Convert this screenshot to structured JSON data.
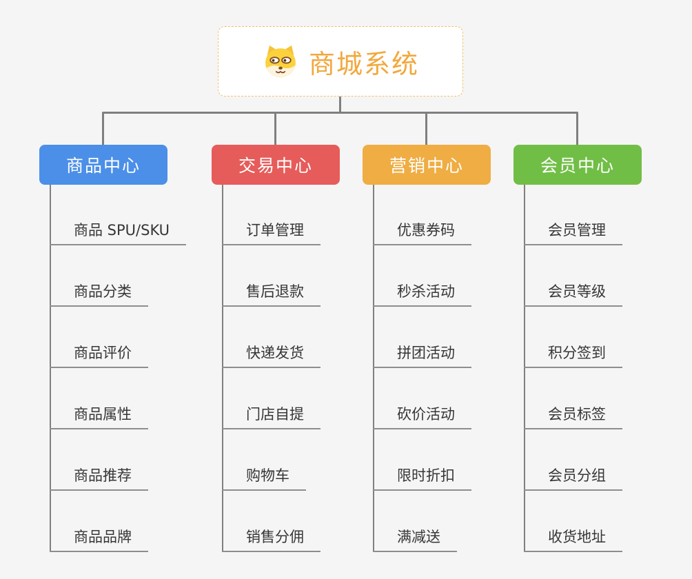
{
  "page": {
    "background_color": "#f5f5f6",
    "connector_color": "#7f7f7f",
    "leaf_line_color": "#8d8d8d",
    "leaf_text_color": "#363636"
  },
  "root": {
    "title": "商城系统",
    "icon": "dog-face-icon",
    "text_color": "#f2a83d",
    "border_color": "#eec169",
    "background": "#ffffff"
  },
  "branches": [
    {
      "label": "商品中心",
      "color": "#4b8fe8",
      "children": [
        "商品 SPU/SKU",
        "商品分类",
        "商品评价",
        "商品属性",
        "商品推荐",
        "商品品牌"
      ]
    },
    {
      "label": "交易中心",
      "color": "#e65c5a",
      "children": [
        "订单管理",
        "售后退款",
        "快递发货",
        "门店自提",
        "购物车",
        "销售分佣"
      ]
    },
    {
      "label": "营销中心",
      "color": "#efad43",
      "children": [
        "优惠券码",
        "秒杀活动",
        "拼团活动",
        "砍价活动",
        "限时折扣",
        "满减送"
      ]
    },
    {
      "label": "会员中心",
      "color": "#71be46",
      "children": [
        "会员管理",
        "会员等级",
        "积分签到",
        "会员标签",
        "会员分组",
        "收货地址"
      ]
    }
  ]
}
